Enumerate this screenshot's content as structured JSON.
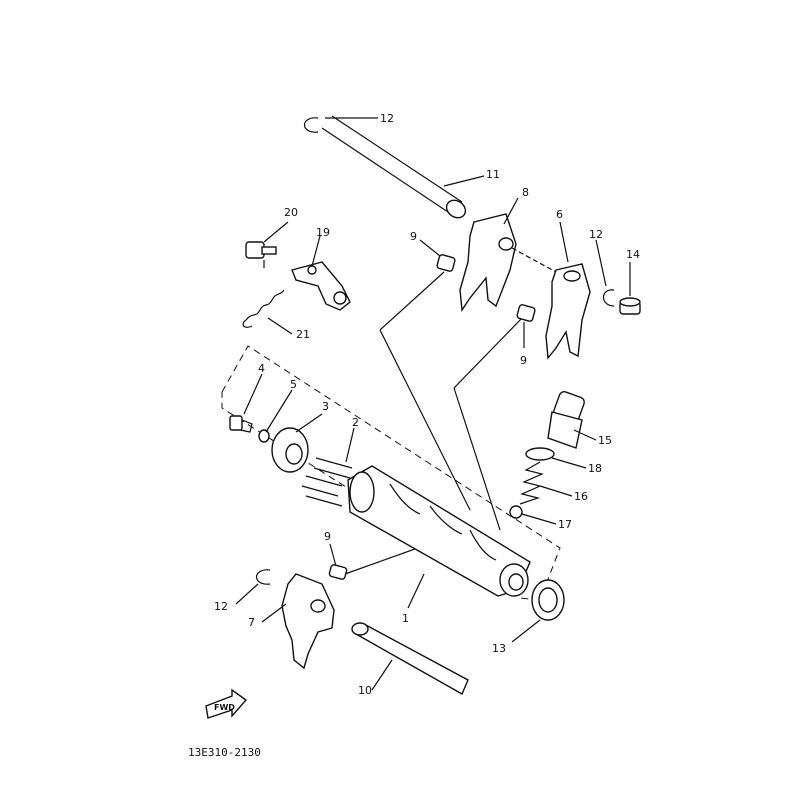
{
  "diagram": {
    "drawing_code": "13E310-2130",
    "direction_marker": "FWD",
    "callouts": [
      {
        "id": "c1",
        "text": "1"
      },
      {
        "id": "c2",
        "text": "2"
      },
      {
        "id": "c3",
        "text": "3"
      },
      {
        "id": "c4",
        "text": "4"
      },
      {
        "id": "c5",
        "text": "5"
      },
      {
        "id": "c6",
        "text": "6"
      },
      {
        "id": "c7",
        "text": "7"
      },
      {
        "id": "c8",
        "text": "8"
      },
      {
        "id": "c9a",
        "text": "9"
      },
      {
        "id": "c9b",
        "text": "9"
      },
      {
        "id": "c9c",
        "text": "9"
      },
      {
        "id": "c10",
        "text": "10"
      },
      {
        "id": "c11",
        "text": "11"
      },
      {
        "id": "c12a",
        "text": "12"
      },
      {
        "id": "c12b",
        "text": "12"
      },
      {
        "id": "c12c",
        "text": "12"
      },
      {
        "id": "c13",
        "text": "13"
      },
      {
        "id": "c14",
        "text": "14"
      },
      {
        "id": "c15",
        "text": "15"
      },
      {
        "id": "c16",
        "text": "16"
      },
      {
        "id": "c17",
        "text": "17"
      },
      {
        "id": "c18",
        "text": "18"
      },
      {
        "id": "c19",
        "text": "19"
      },
      {
        "id": "c20",
        "text": "20"
      },
      {
        "id": "c21",
        "text": "21"
      }
    ]
  }
}
